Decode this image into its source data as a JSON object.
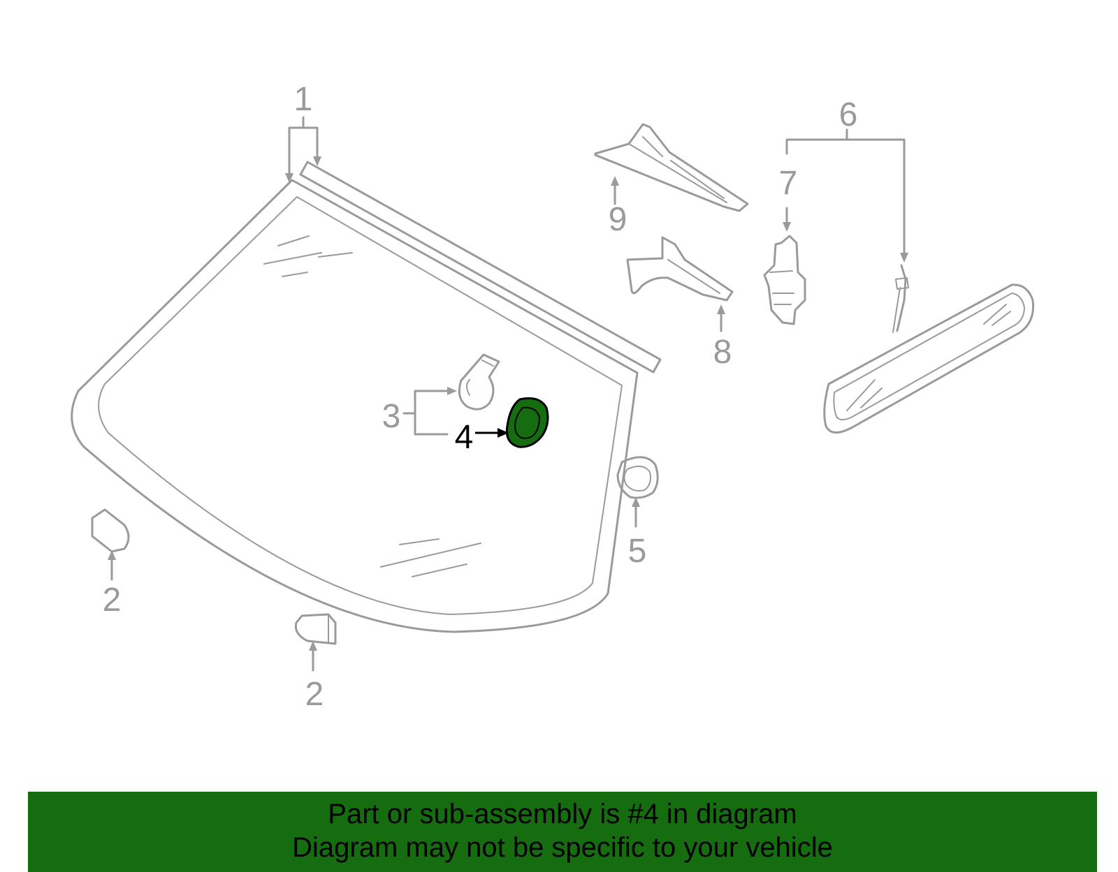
{
  "diagram": {
    "callouts": [
      {
        "id": "1",
        "label": "1"
      },
      {
        "id": "2a",
        "label": "2"
      },
      {
        "id": "2b",
        "label": "2"
      },
      {
        "id": "3",
        "label": "3"
      },
      {
        "id": "4",
        "label": "4",
        "highlighted": true
      },
      {
        "id": "5",
        "label": "5"
      },
      {
        "id": "6",
        "label": "6"
      },
      {
        "id": "7",
        "label": "7"
      },
      {
        "id": "8",
        "label": "8"
      },
      {
        "id": "9",
        "label": "9"
      }
    ],
    "colors": {
      "line": "#9a9a9a",
      "highlight_fill": "#166d10",
      "highlight_outline": "#000000",
      "banner": "#166d10"
    }
  },
  "banner": {
    "line1": "Part or sub-assembly is #4 in diagram",
    "line2": "Diagram may not be specific to your vehicle"
  }
}
